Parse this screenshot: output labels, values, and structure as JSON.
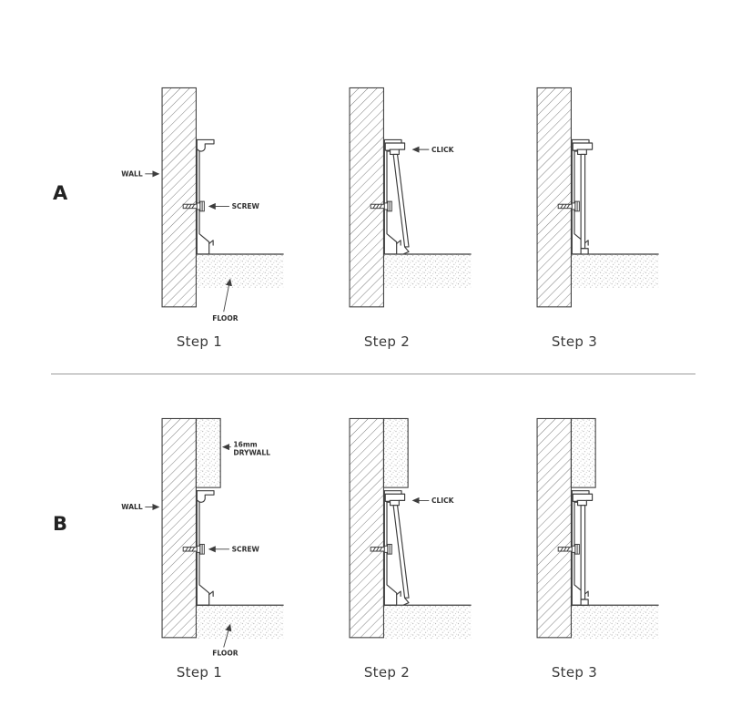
{
  "figure": {
    "rows": [
      {
        "letter": "A",
        "steps": [
          {
            "caption": "Step 1",
            "labels": {
              "wall": "WALL",
              "screw": "SCREW",
              "floor": "FLOOR"
            }
          },
          {
            "caption": "Step 2",
            "labels": {
              "click": "CLICK"
            }
          },
          {
            "caption": "Step 3",
            "labels": {}
          }
        ]
      },
      {
        "letter": "B",
        "steps": [
          {
            "caption": "Step 1",
            "labels": {
              "drywall_size": "16mm",
              "drywall": "DRYWALL",
              "wall": "WALL",
              "screw": "SCREW",
              "floor": "FLOOR"
            }
          },
          {
            "caption": "Step 2",
            "labels": {
              "click": "CLICK"
            }
          },
          {
            "caption": "Step 3",
            "labels": {}
          }
        ]
      }
    ],
    "colors": {
      "line": "#3d3d3d",
      "hatch": "#6f6f6f",
      "stipple": "#8c8c8c",
      "divider": "#9a9a9a",
      "text": "#2f2f2f",
      "background": "#ffffff"
    }
  }
}
